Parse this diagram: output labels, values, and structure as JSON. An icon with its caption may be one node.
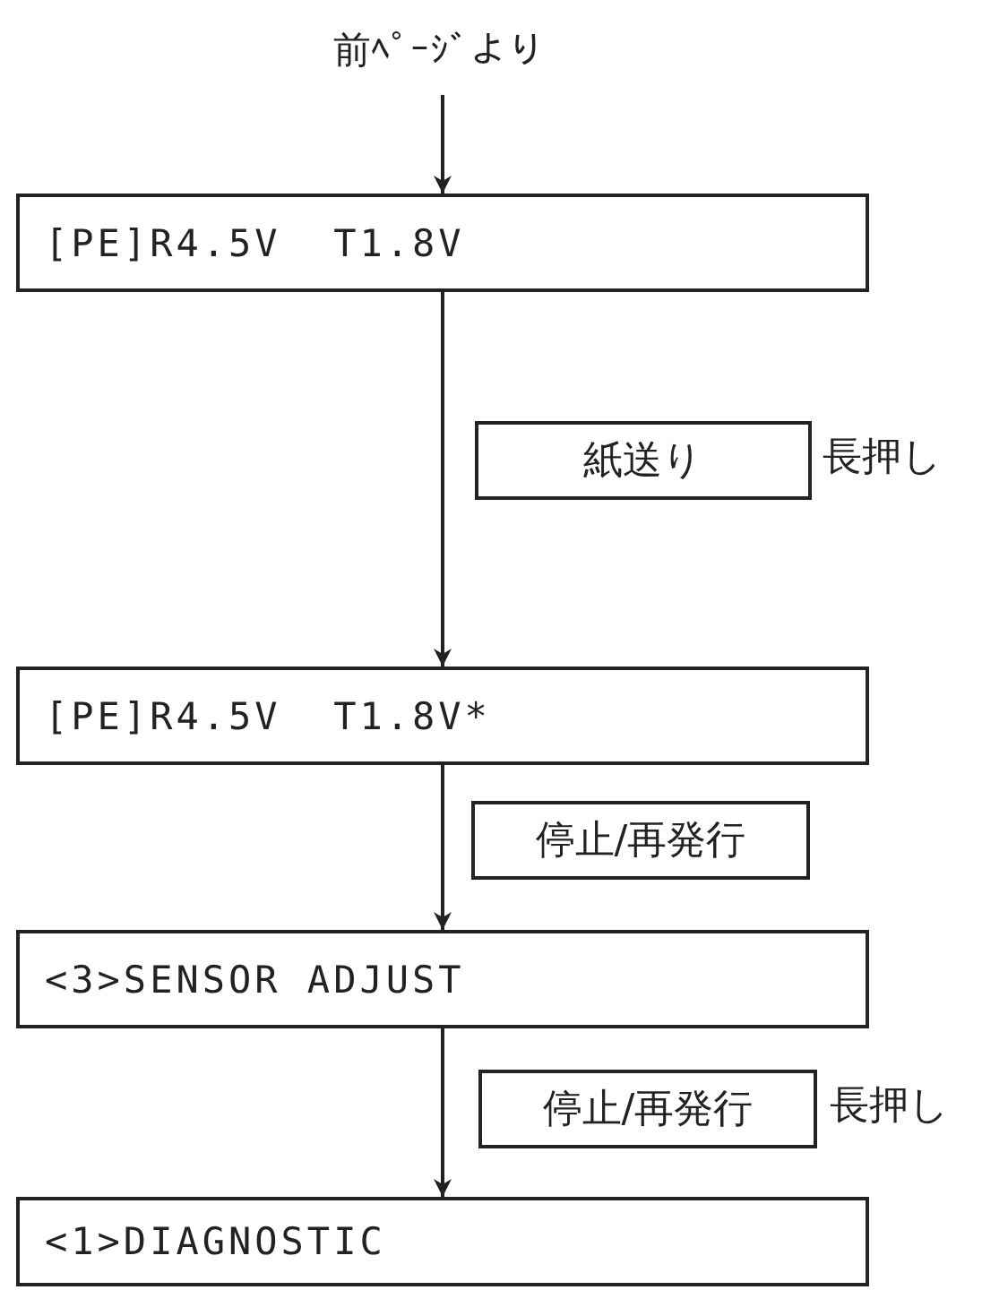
{
  "diagram": {
    "nodes": [
      {
        "text": [
          "前ﾍﾟｰｼﾞより"
        ]
      },
      {
        "text": [
          "[PE]R4.5V  T1.8V"
        ]
      },
      {
        "text": [
          "紙送り"
        ],
        "beside": [
          "長押し"
        ]
      },
      {
        "text": [
          "[PE]R4.5V  T1.8V*"
        ]
      },
      {
        "text": [
          "停止/再発行"
        ]
      },
      {
        "text": [
          "<3>SENSOR ADJUST"
        ]
      },
      {
        "text": [
          "停止/再発行"
        ],
        "beside": [
          "長押し"
        ]
      },
      {
        "text": [
          "<1>DIAGNOSTIC"
        ]
      }
    ],
    "edges": [
      {
        "from": 0,
        "to": 1,
        "arrow": "to"
      },
      {
        "from": 1,
        "to": 3,
        "arrow": "to"
      },
      {
        "from": 3,
        "to": 5,
        "arrow": "to"
      },
      {
        "from": 5,
        "to": 7,
        "arrow": "to"
      }
    ]
  }
}
